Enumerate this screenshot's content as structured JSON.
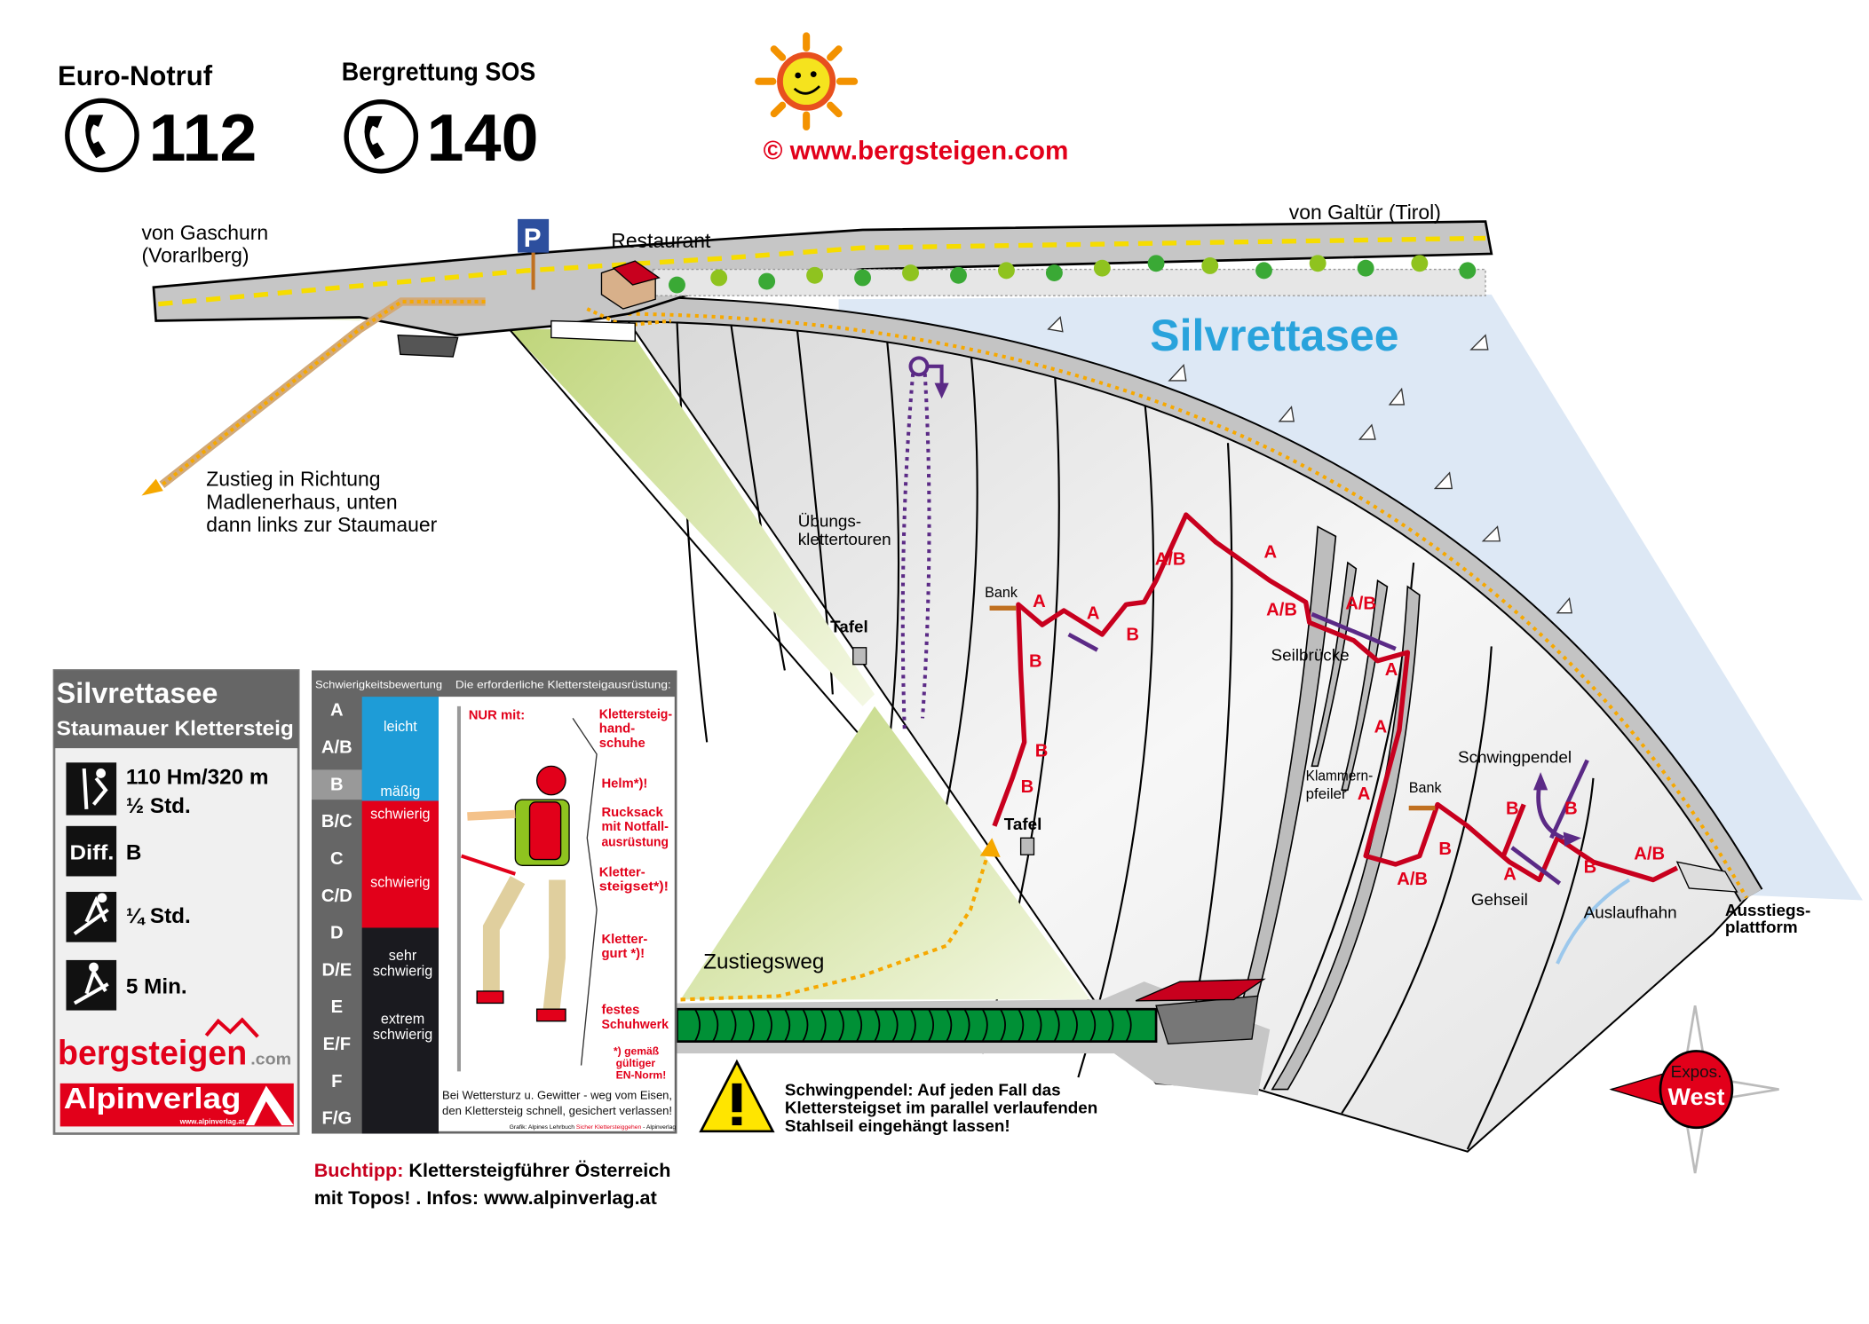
{
  "emergency": {
    "euro_label": "Euro-Notruf",
    "euro_number": "112",
    "rescue_label": "Bergrettung SOS",
    "rescue_number": "140"
  },
  "copyright": "© www.bergsteigen.com",
  "map": {
    "from_west": [
      "von Gaschurn",
      "(Vorarlberg)"
    ],
    "from_east": "von Galtür (Tirol)",
    "parking": "P",
    "restaurant": "Restaurant",
    "lake": "Silvrettasee",
    "approach_note": [
      "Zustieg in Richtung",
      "Madlenerhaus, unten",
      "dann links zur Staumauer"
    ],
    "practice": [
      "Übungs-",
      "klettertouren"
    ],
    "tafel_1": "Tafel",
    "tafel_2": "Tafel",
    "bank_1": "Bank",
    "bank_2": "Bank",
    "rope_bridge": "Seilbrücke",
    "clamp_pillar": [
      "Klammern-",
      "pfeiler"
    ],
    "pendulum": "Schwingpendel",
    "walk_rope": "Gehseil",
    "outlet": "Auslaufhahn",
    "exit": [
      "Ausstiegs-",
      "plattform"
    ],
    "approach_path": "Zustiegsweg",
    "grades": [
      "A",
      "A",
      "B",
      "B",
      "A/B",
      "A",
      "A/B",
      "A/B",
      "A",
      "A",
      "B",
      "B",
      "A",
      "B",
      "A/B",
      "B",
      "B",
      "A",
      "B",
      "A/B"
    ],
    "route_color": "#c8001e",
    "lake_color": "#29a3dc"
  },
  "warning": [
    "Schwingpendel: Auf jeden Fall das",
    "Klettersteigset im parallel verlaufenden",
    "Stahlseil eingehängt lassen!"
  ],
  "compass": {
    "line1": "Expos.",
    "line2": "West"
  },
  "info_panel": {
    "title": "Silvrettasee",
    "subtitle": "Staumauer Klettersteig",
    "height_length": "110 Hm/320 m",
    "climb_time": "½ Std.",
    "diff_label": "Diff.",
    "difficulty": "B",
    "descent_time": "¼ Std.",
    "approach_time": "5 Min.",
    "logo_main": "bergsteigen",
    "logo_suffix": ".com",
    "publisher": "Alpinverlag",
    "publisher_url": "www.alpinverlag.at"
  },
  "grading_panel": {
    "header_left": "Schwierigkeitsbewertung",
    "header_right": "Die erforderliche Klettersteigausrüstung:",
    "grades": [
      "A",
      "A/B",
      "B",
      "B/C",
      "C",
      "C/D",
      "D",
      "D/E",
      "E",
      "E/F",
      "F",
      "F/G"
    ],
    "highlighted": "B",
    "levels": {
      "leicht": "leicht",
      "maessig": "mäßig",
      "schwierig1": "schwierig",
      "schwierig2": "schwierig",
      "sehr": [
        "sehr",
        "schwierig"
      ],
      "extrem": [
        "extrem",
        "schwierig"
      ]
    },
    "only_with": "NUR mit:",
    "gear": {
      "gloves": [
        "Klettersteig-",
        "hand-",
        "schuhe"
      ],
      "helmet": "Helm*)!",
      "backpack": [
        "Rucksack",
        "mit Notfall-",
        "ausrüstung"
      ],
      "set": [
        "Kletter-",
        "steigset*)!"
      ],
      "harness": [
        "Kletter-",
        "gurt *)!"
      ],
      "shoes": [
        "festes",
        "Schuhwerk"
      ],
      "norm": [
        "*) gemäß",
        "gültiger",
        "EN-Norm!"
      ]
    },
    "storm_note": [
      "Bei Wettersturz u. Gewitter - weg vom Eisen,",
      "den Klettersteig schnell, gesichert verlassen!"
    ],
    "credit": [
      "Grafik: Alpines Lehrbuch ",
      "Sicher Klettersteiggehen",
      " - Alpinverlag"
    ]
  },
  "book_tip": {
    "label": "Buchtipp:",
    "title": " Klettersteigführer Österreich",
    "line2": "mit Topos! . Infos: www.alpinverlag.at"
  }
}
